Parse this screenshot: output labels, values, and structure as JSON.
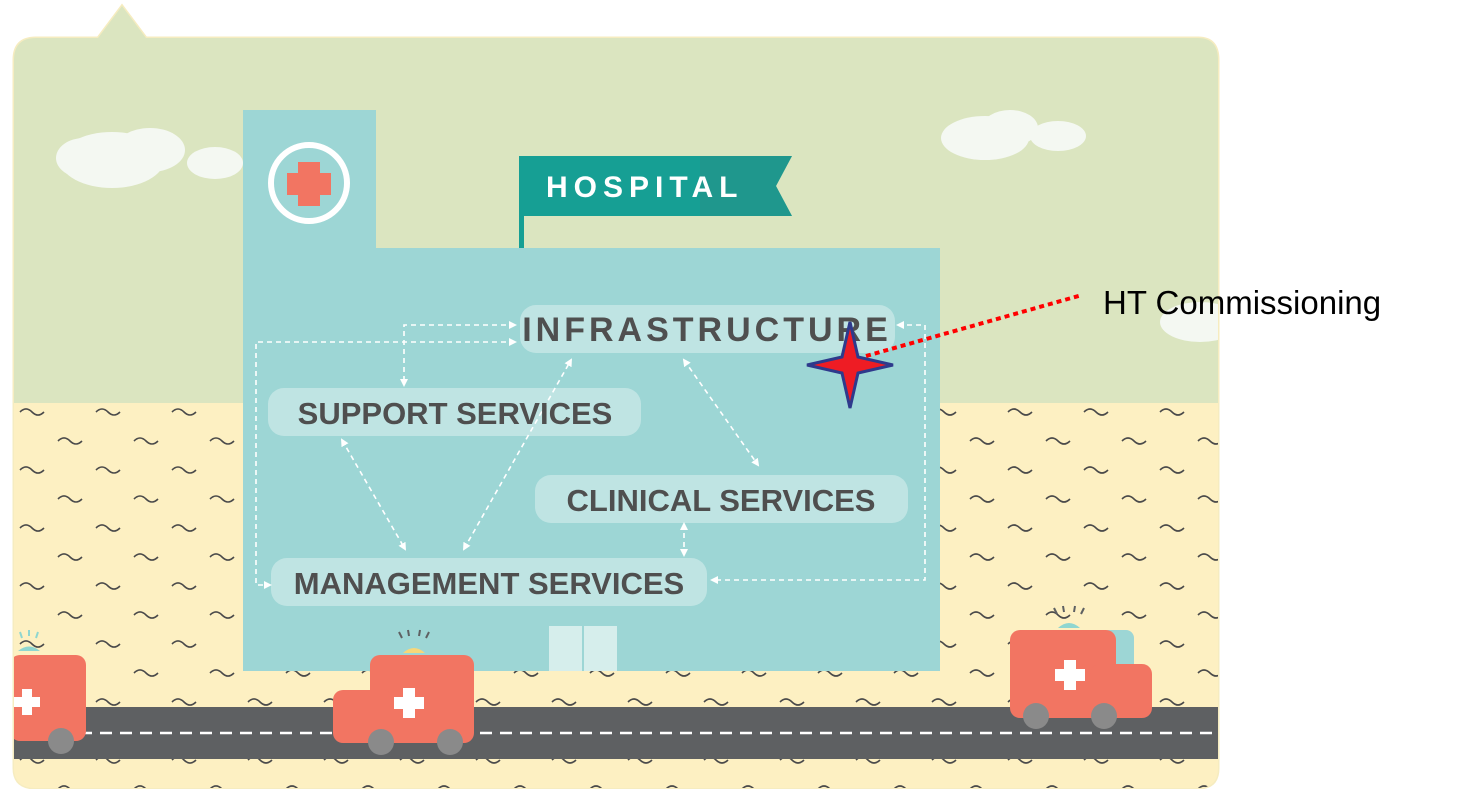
{
  "sign": {
    "label": "HOSPITAL"
  },
  "nodes": {
    "infrastructure": "INFRASTRUCTURE",
    "support": "SUPPORT SERVICES",
    "clinical": "CLINICAL SERVICES",
    "management": "MANAGEMENT SERVICES"
  },
  "callout": {
    "label": "HT Commissioning"
  },
  "colors": {
    "sky": "#dbe5c0",
    "ground": "#fdf0c2",
    "building": "#9dd6d5",
    "flag": "#169f94",
    "cross": "#f27562",
    "road": "#5e6062",
    "ambulance": "#f27562",
    "marker_fill": "#ee1c24",
    "marker_edge": "#2e3a8c",
    "callout_line": "#ff0000"
  }
}
